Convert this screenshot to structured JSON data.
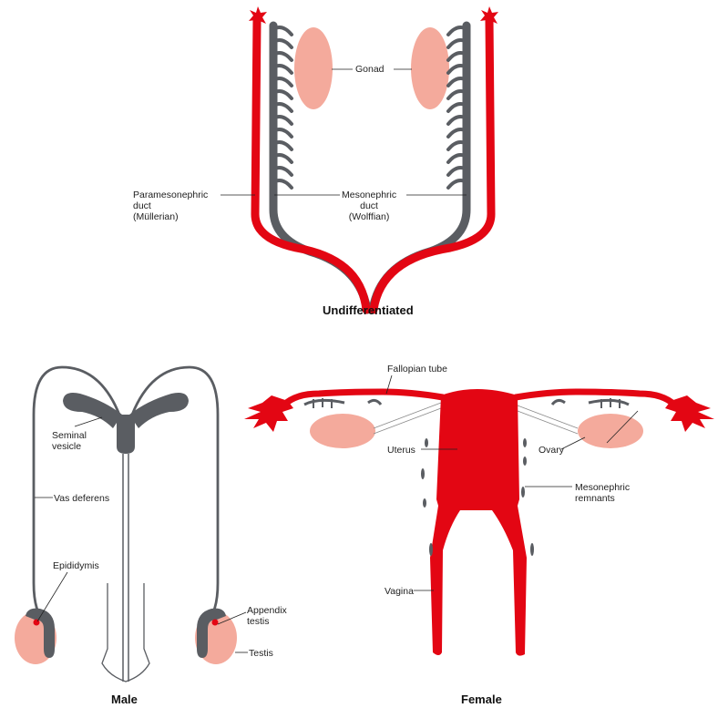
{
  "colors": {
    "red": "#e30613",
    "grey": "#5a5d62",
    "pink": "#f4aa9c",
    "line": "#222222"
  },
  "titles": {
    "undifferentiated": "Undifferentiated",
    "male": "Male",
    "female": "Female"
  },
  "labels": {
    "gonad": "Gonad",
    "paramesonephric": [
      "Paramesonephric",
      "duct",
      "(Müllerian)"
    ],
    "mesonephric": [
      "Mesonephric",
      "duct",
      "(Wolffian)"
    ],
    "seminal_vesicle": [
      "Seminal",
      "vesicle"
    ],
    "vas_deferens": "Vas deferens",
    "epididymis": "Epididymis",
    "appendix_testis": [
      "Appendix",
      "testis"
    ],
    "testis": "Testis",
    "fallopian_tube": "Fallopian tube",
    "uterus": "Uterus",
    "ovary": "Ovary",
    "mesonephric_remnants": [
      "Mesonephric",
      "remnants"
    ],
    "vagina": "Vagina"
  }
}
